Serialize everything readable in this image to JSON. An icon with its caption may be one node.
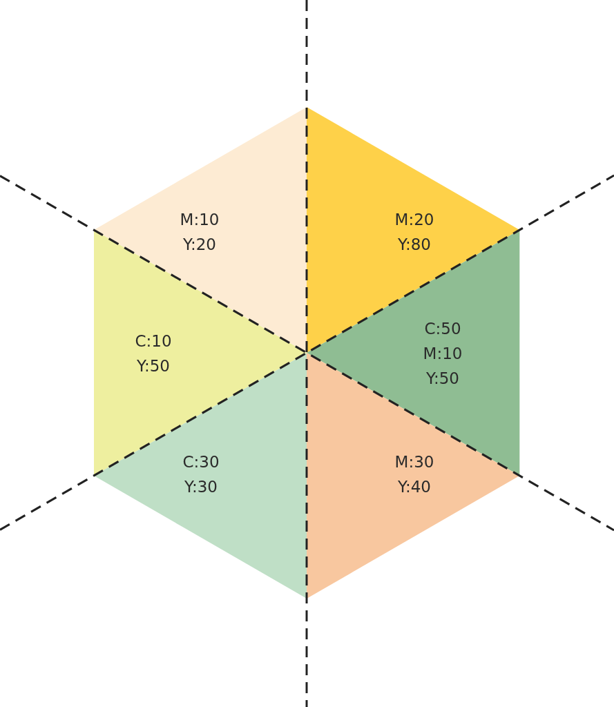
{
  "diagram": {
    "nodes": [
      {
        "text": [
          "M:10 Y:20"
        ]
      },
      {
        "text": [
          "M:20 Y:80"
        ]
      },
      {
        "text": [
          "C:10 Y:50"
        ]
      },
      {
        "text": [
          "C:50 M:10 Y:50"
        ]
      },
      {
        "text": [
          "C:30 Y:30"
        ]
      },
      {
        "text": [
          "M:30 Y:40"
        ]
      }
    ]
  }
}
